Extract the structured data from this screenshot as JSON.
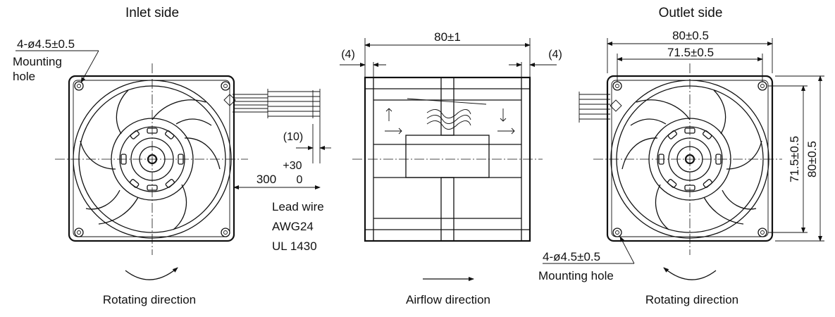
{
  "views": {
    "inlet_title": "Inlet side",
    "outlet_title": "Outlet side"
  },
  "inlet": {
    "hole_dim": "4-ø4.5±0.5",
    "hole_label_1": "Mounting",
    "hole_label_2": "hole",
    "lead_gap": "(10)",
    "lead_tol_upper": "+30",
    "lead_length": "300",
    "lead_tol_lower": "0",
    "lead_wire_1": "Lead wire",
    "lead_wire_2": "AWG24",
    "lead_wire_3": "UL 1430",
    "rotation_label": "Rotating direction"
  },
  "side": {
    "width_dim": "80±1",
    "flange_left": "(4)",
    "flange_right": "(4)",
    "airflow_label": "Airflow direction"
  },
  "outlet": {
    "width_dim": "80±0.5",
    "pitch_dim": "71.5±0.5",
    "pitch_dim_v": "71.5±0.5",
    "height_dim_v": "80±0.5",
    "hole_dim": "4-ø4.5±0.5",
    "hole_label": "Mounting hole",
    "rotation_label": "Rotating direction"
  }
}
